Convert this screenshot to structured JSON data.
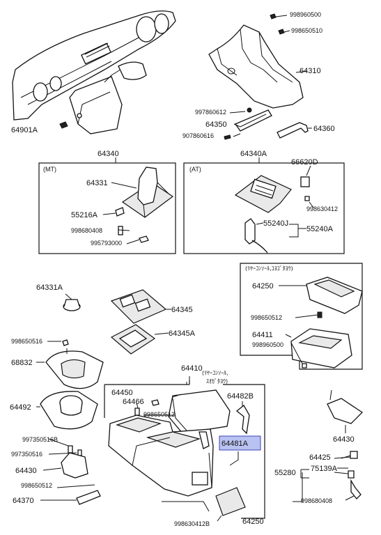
{
  "labels": {
    "p998960500": "998960500",
    "p998650510": "998650510",
    "p64310": "64310",
    "p997860612": "997860612",
    "p64350": "64350",
    "p907860616": "907860616",
    "p64360": "64360",
    "p64901A": "64901A",
    "p64340": "64340",
    "p64340A": "64340A",
    "p66620D": "66620D",
    "mt": "(MT)",
    "at": "(AT)",
    "p64331": "64331",
    "p55216A": "55216A",
    "p998680408a": "998680408",
    "p995793000": "995793000",
    "p55240J": "55240J",
    "p55240A": "55240A",
    "p998630412": "998630412",
    "rear_console_upper": "(ﾘﾔｰｺﾝｿｰﾙ,ｺﾖｺﾞﾀﾖｳ)",
    "p64331A": "64331A",
    "p64345": "64345",
    "p64345A": "64345A",
    "p64250a": "64250",
    "p998650512a": "998650512",
    "p64411": "64411",
    "p998960500b": "998960500",
    "p998650516": "998650516",
    "p68832": "68832",
    "p64410": "64410",
    "rear_console_lower_1": "(ﾘﾔｰｺﾝｿｰﾙ,",
    "rear_console_lower_2": "ｽｵｶﾞﾀﾖｳ)",
    "p64450": "64450",
    "p64466": "64466",
    "p998650512b": "998650512",
    "p64482B": "64482B",
    "p64492": "64492",
    "p64481A": "64481A",
    "p64430a": "64430",
    "p997350516B": "997350516B",
    "p997350516": "997350516",
    "p64430b": "64430",
    "p998650512c": "998650512",
    "p64370": "64370",
    "p64425": "64425",
    "p55280": "55280",
    "p75139A": "75139A",
    "p998680408b": "998680408",
    "p998630412B": "998630412B",
    "p64250b": "64250"
  },
  "colors": {
    "ink": "#111111",
    "highlight_fill": "#b9c2f0",
    "highlight_stroke": "#3a47b8"
  }
}
